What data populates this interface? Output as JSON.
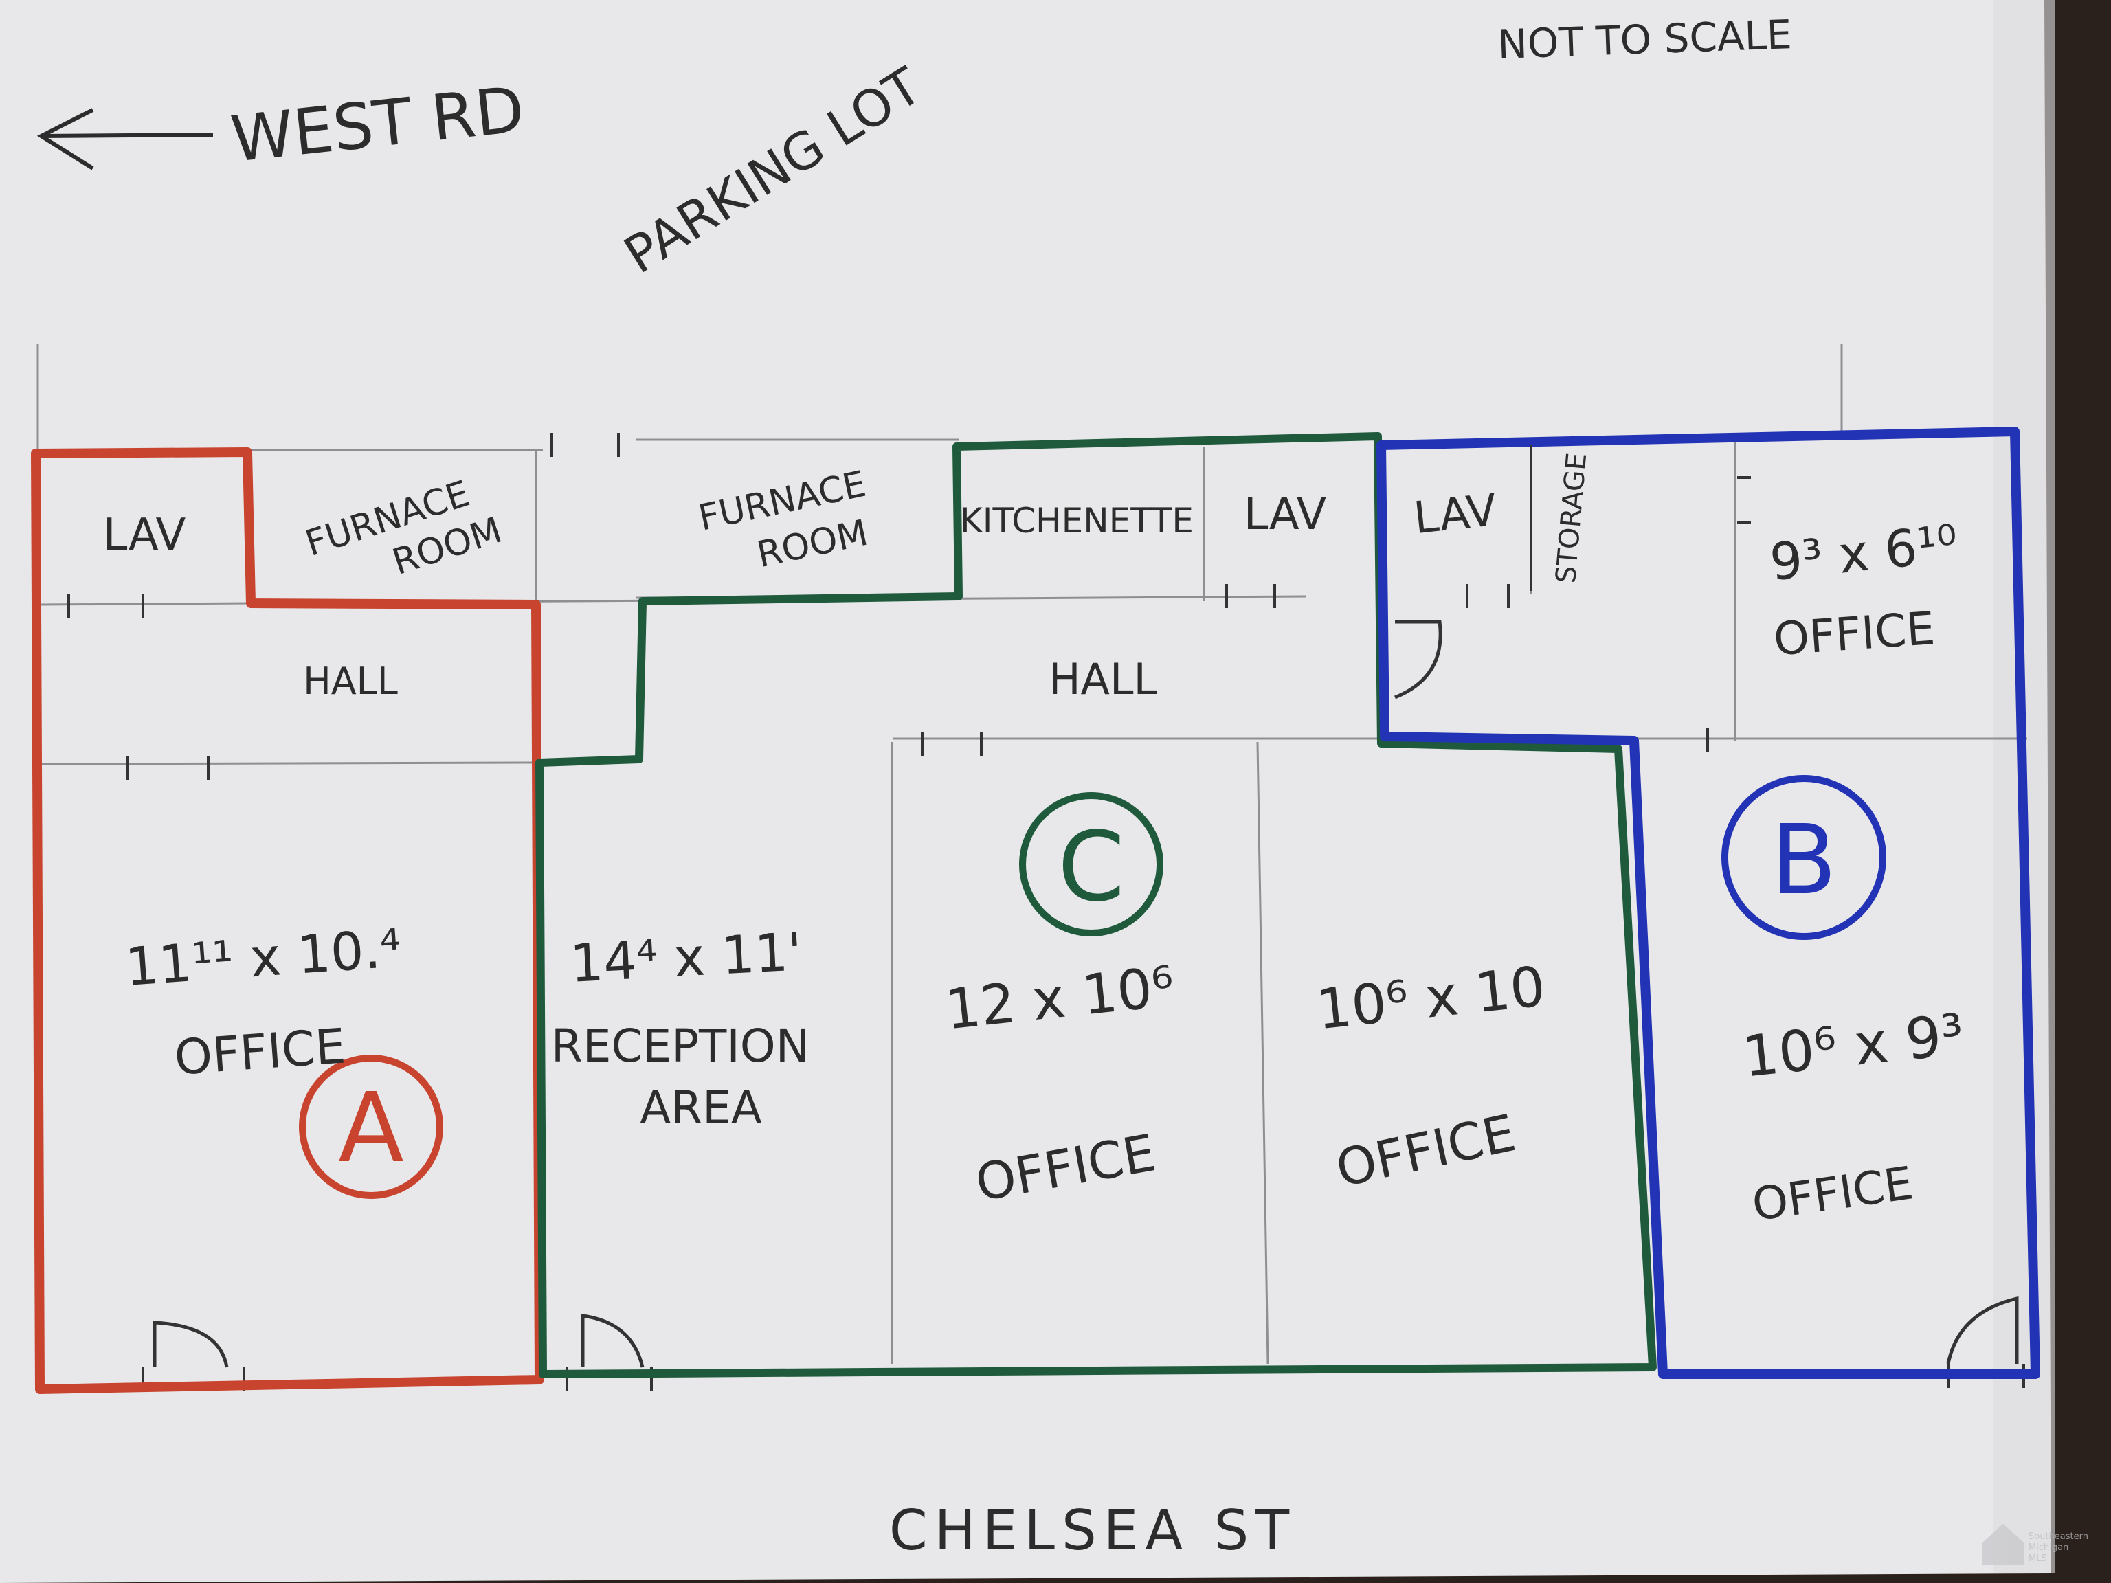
{
  "header": {
    "note": "NOT TO SCALE",
    "street_top": "WEST RD",
    "parking": "PARKING LOT",
    "street_bottom": "CHELSEA ST"
  },
  "units": {
    "a": {
      "letter": "A",
      "color": "#c9442f"
    },
    "b": {
      "letter": "B",
      "color": "#2233b5"
    },
    "c": {
      "letter": "C",
      "color": "#1f5a3c"
    }
  },
  "rooms": {
    "lav_a": "LAV",
    "furnace_1_line1": "FURNACE",
    "furnace_1_line2": "ROOM",
    "hall_a": "HALL",
    "office_a_dim": "11¹¹ x 10.⁴",
    "office_a_label": "OFFICE",
    "furnace_2_line1": "FURNACE",
    "furnace_2_line2": "ROOM",
    "kitchenette": "KITCHENETTE",
    "lav_c": "LAV",
    "hall_c": "HALL",
    "reception_dim": "14⁴ x 11'",
    "reception_line1": "RECEPTION",
    "reception_line2": "AREA",
    "office_c1_dim": "12 x 10⁶",
    "office_c1_label": "OFFICE",
    "office_c2_dim": "10⁶ x 10",
    "office_c2_label": "OFFICE",
    "lav_b": "LAV",
    "storage_b": "STORAGE",
    "office_b1_dim": "9³ x 6¹⁰",
    "office_b1_label": "OFFICE",
    "office_b2_dim": "10⁶ x 9³",
    "office_b2_label": "OFFICE"
  },
  "watermark": {
    "line1": "Southeastern",
    "line2": "Michigan",
    "line3": "MLS"
  }
}
